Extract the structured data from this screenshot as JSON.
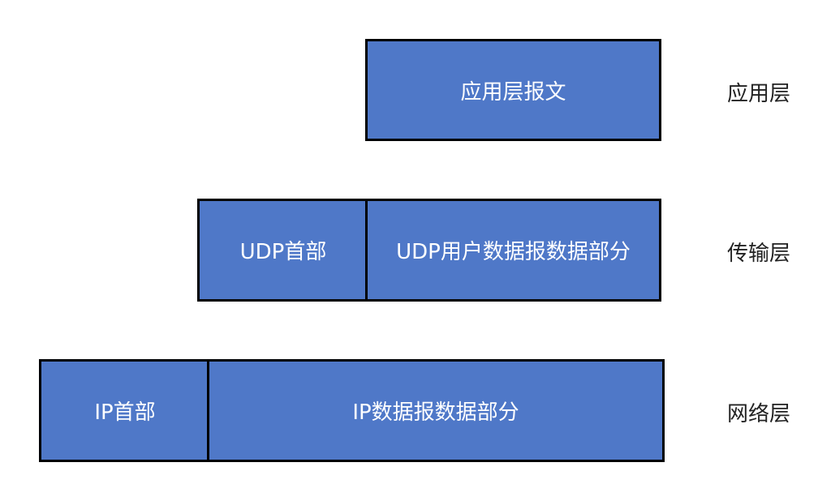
{
  "application_layer": {
    "label": "应用层",
    "message": "应用层报文"
  },
  "transport_layer": {
    "label": "传输层",
    "header": "UDP首部",
    "data": "UDP用户数据报数据部分"
  },
  "network_layer": {
    "label": "网络层",
    "header": "IP首部",
    "data": "IP数据报数据部分"
  },
  "colors": {
    "box_fill": "#4f78c8",
    "box_border": "#000000",
    "box_text": "#ffffff",
    "label_text": "#222222"
  }
}
